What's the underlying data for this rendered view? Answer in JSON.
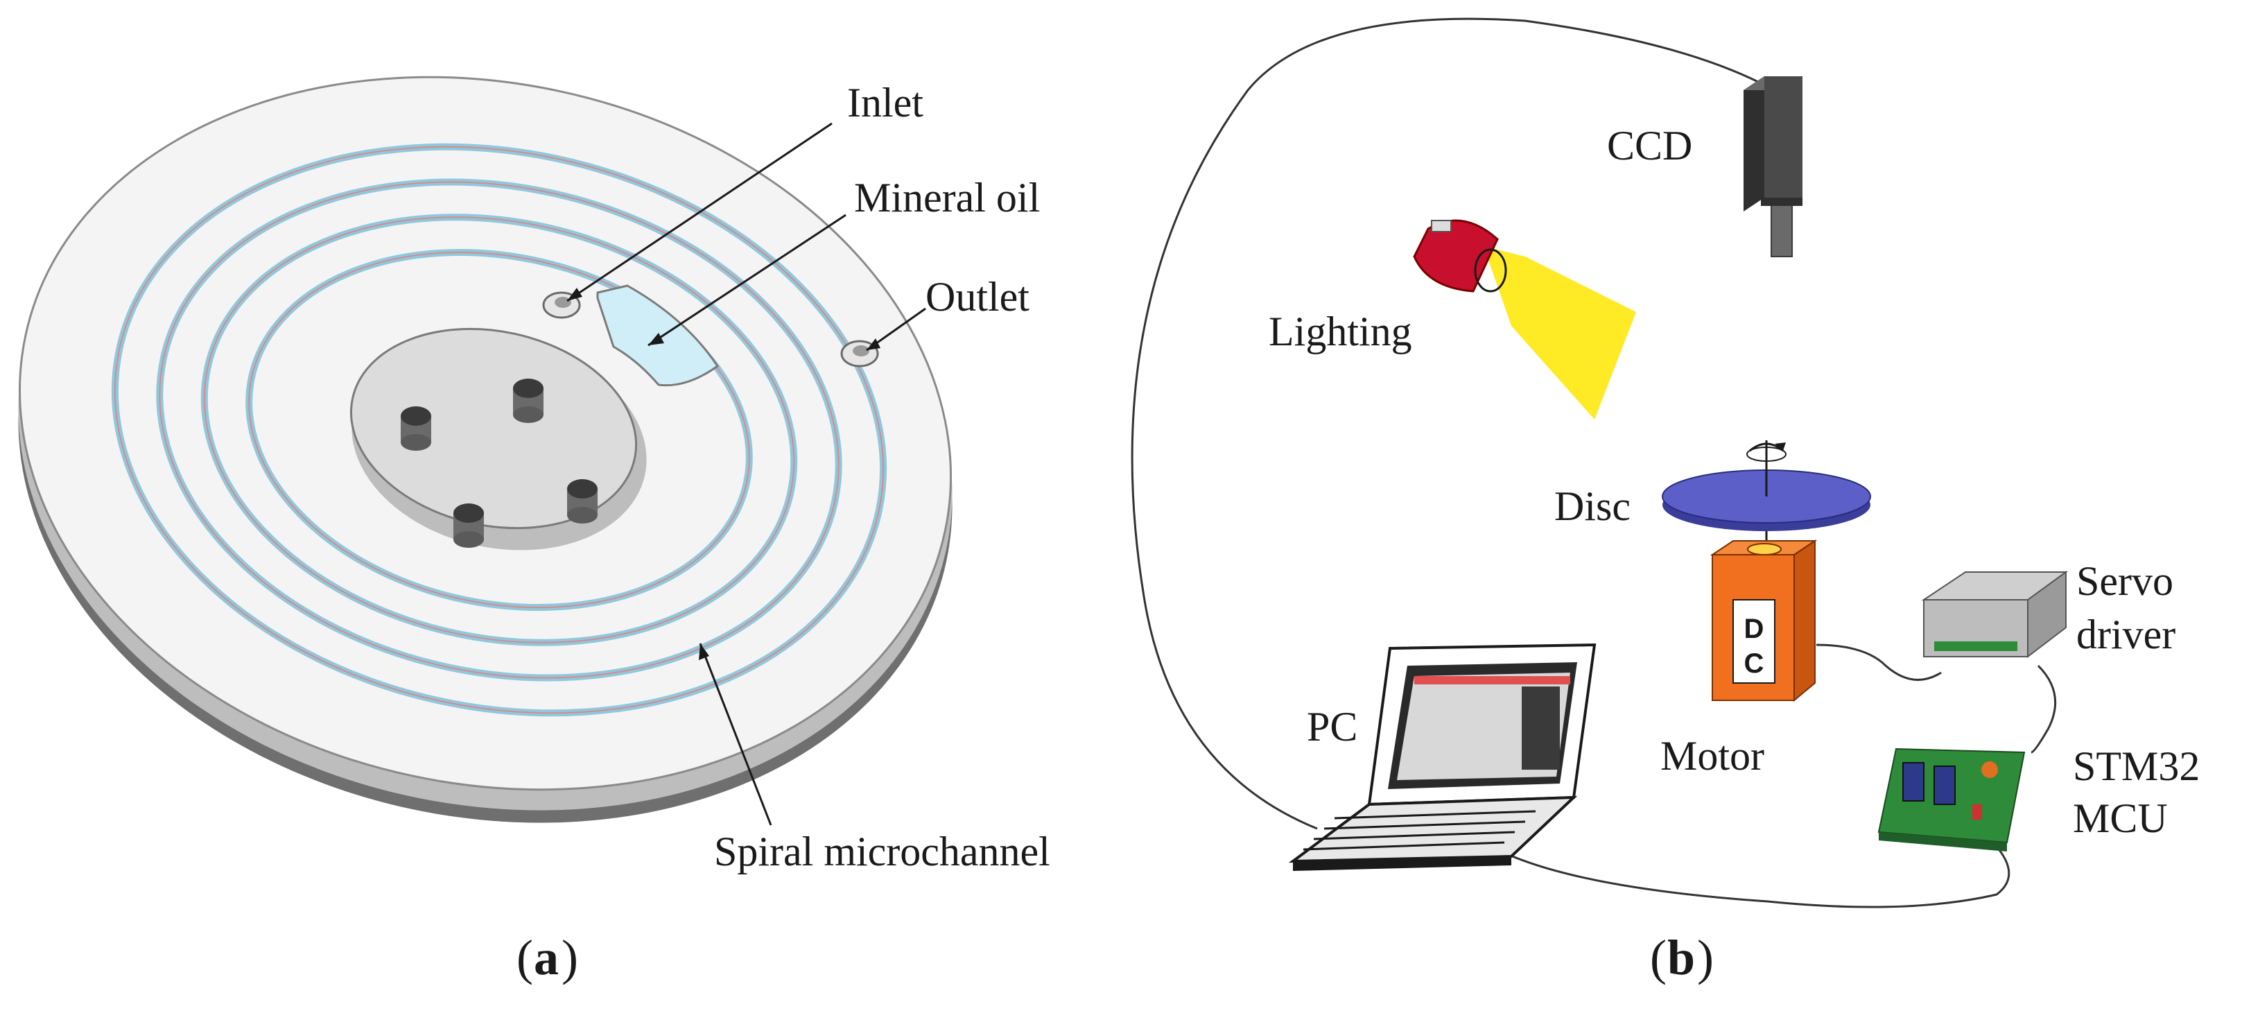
{
  "panel_a": {
    "caption_letter": "a",
    "labels": {
      "inlet": "Inlet",
      "mineral_oil": "Mineral oil",
      "outlet": "Outlet",
      "spiral_microchannel": "Spiral microchannel"
    }
  },
  "panel_b": {
    "caption_letter": "b",
    "labels": {
      "ccd": "CCD",
      "lighting": "Lighting",
      "disc": "Disc",
      "servo_line1": "Servo",
      "servo_line2": "driver",
      "pc": "PC",
      "motor": "Motor",
      "motor_letter_top": "D",
      "motor_letter_bottom": "C",
      "mcu_line1": "STM32",
      "mcu_line2": "MCU"
    }
  },
  "colors": {
    "disc_top": "#f4f4f4",
    "disc_edge": "#8a8a8a",
    "channel": "#a8d8ea",
    "channel_red": "#d98a8a",
    "oil": "#cfeef7",
    "lighting_red": "#c8102e",
    "light_beam": "#ffe600",
    "disc_blue": "#5b5fc7",
    "motor_orange": "#f07020",
    "pcb_green": "#2e8b3a",
    "ccd_gray": "#4a4a4a"
  }
}
